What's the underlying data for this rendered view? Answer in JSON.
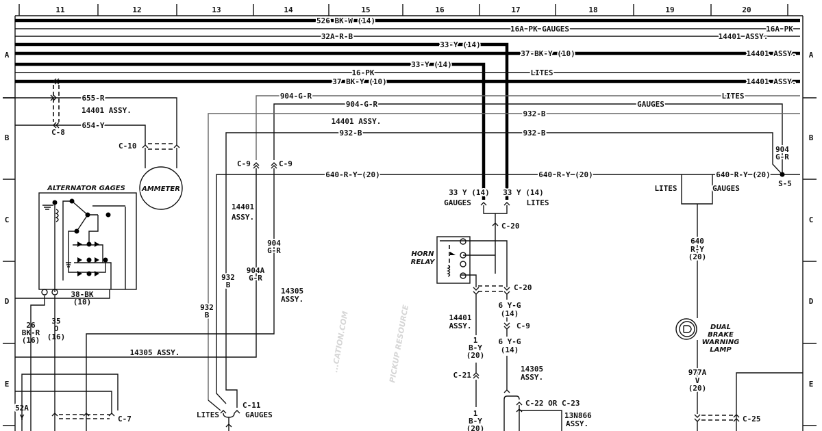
{
  "grid": {
    "columns": [
      "11",
      "12",
      "13",
      "14",
      "15",
      "16",
      "17",
      "18",
      "19",
      "20"
    ],
    "rows": [
      "A",
      "B",
      "C",
      "D",
      "E"
    ]
  },
  "watermark": {
    "main": "...CATION.COM",
    "sub": "PICKUP RESOURCE"
  },
  "wires": {
    "w526": "526 BK-W (14)",
    "w16a_gauges": "16A PK GAUGES",
    "w16a_pk": "16A PK",
    "w32a": "32A R-B",
    "w32a_assy": "14401 ASSY.",
    "w33_top": "33-Y (14)",
    "w37_bky": "37-BK-Y (10)",
    "w37_assy": "14401 ASSY.",
    "w33_second": "33-Y (14)",
    "w16pk": "16-PK",
    "w16pk_lites": "LITES",
    "w37": "37 BK-Y (10)",
    "w37b_assy": "14401 ASSY.",
    "w655": "655-R",
    "assy_14401_left": "14401 ASSY.",
    "w654": "654-Y",
    "w904_a": "904-G-R",
    "w904_lites": "LITES",
    "w904_b": "904-G-R",
    "w904_gauges": "GAUGES",
    "assy_14401_mid": "14401 ASSY.",
    "w932_a": "932-B",
    "w932_b_left": "932-B",
    "w932_b_right": "932-B",
    "w640_left": "640-R-Y (20)",
    "w640_mid": "640 R-Y (20)",
    "w640_right": "640 R-Y (20)",
    "w904_vert": [
      "904",
      "G-R"
    ],
    "s5": "S-5",
    "assy_14401_vert": [
      "14401",
      "ASSY."
    ],
    "w904_c9": [
      "904",
      "G-R"
    ],
    "w932_mid": [
      "932",
      "B"
    ],
    "w904a": [
      "904A",
      "G-R"
    ],
    "assy_14305_vert": [
      "14305",
      "ASSY."
    ],
    "w932_left": [
      "932",
      "B"
    ],
    "w38bk": [
      "38-BK",
      "(10)"
    ],
    "w26": [
      "26",
      "BK-R",
      "(16)"
    ],
    "w35": [
      "35",
      "O",
      "(16)"
    ],
    "assy_14305_h": "14305 ASSY.",
    "w52a": [
      "52A",
      "Y"
    ],
    "w33_gauges": [
      "33 Y (14)",
      "GAUGES"
    ],
    "w33_lites": [
      "33 Y (14)",
      "LITES"
    ],
    "assy_14401_relay": [
      "14401",
      "ASSY."
    ],
    "w6yg_a": [
      "6 Y-G",
      "(14)"
    ],
    "w6yg_b": [
      "6 Y-G",
      "(14)"
    ],
    "w1by_a": [
      "1",
      "B-Y",
      "(20)"
    ],
    "w1by_b": [
      "1",
      "B-Y",
      "(20)"
    ],
    "assy_14305_relay": [
      "14305",
      "ASSY."
    ],
    "assy_13n866": [
      "13N866",
      "ASSY."
    ],
    "right_lites": "LITES",
    "right_gauges": "GAUGES",
    "w640_vert": [
      "640",
      "R-Y",
      "(20)"
    ],
    "w977a": [
      "977A",
      "V",
      "(20)"
    ]
  },
  "connectors": {
    "c8": "C-8",
    "c10": "C-10",
    "c9a": "C-9",
    "c9b": "C-9",
    "c20a": "C-20",
    "c20b": "C-20",
    "c9c": "C-9",
    "c21": "C-21",
    "c22": "C-22 OR C-23",
    "c11": "C-11",
    "c11_lites": "LITES",
    "c11_gauges": "GAUGES",
    "c7": "C-7",
    "c25": "C-25"
  },
  "components": {
    "ammeter": "AMMETER",
    "alternator": "ALTERNATOR GAGES",
    "horn_relay": [
      "HORN",
      "RELAY"
    ],
    "brake_lamp": [
      "DUAL",
      "BRAKE",
      "WARNING",
      "LAMP"
    ]
  }
}
